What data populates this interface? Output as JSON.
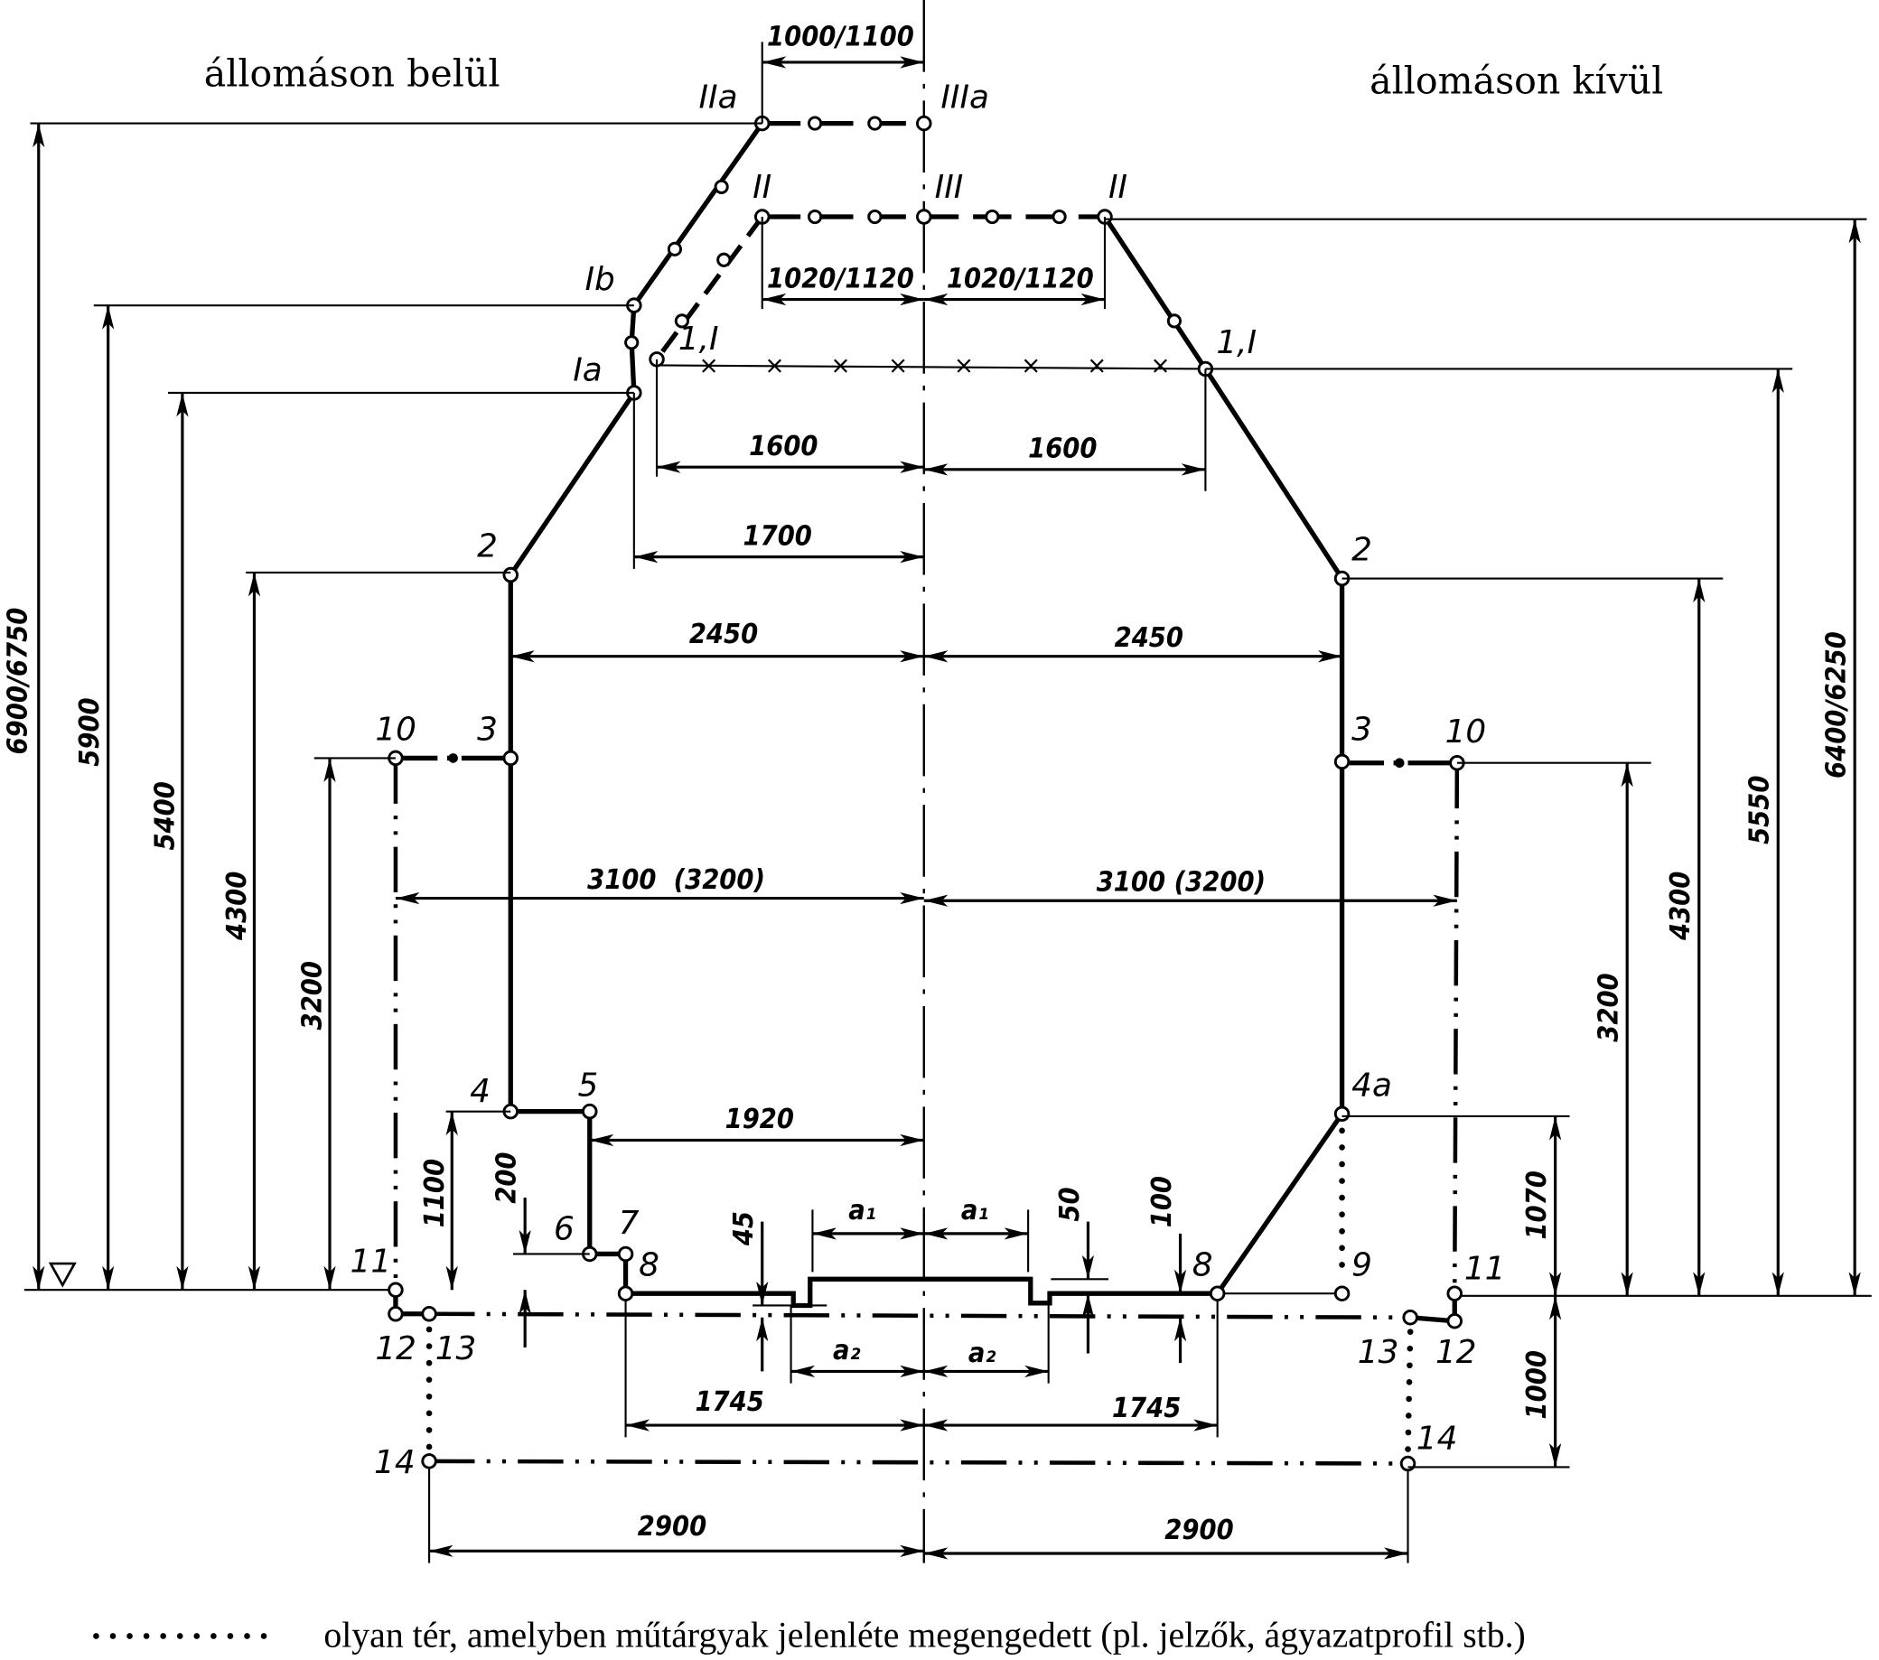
{
  "headings": {
    "left": "állomáson belül",
    "right": "állomáson kívül"
  },
  "points": {
    "IIa": "IIa",
    "IIIa": "IIIa",
    "II_left": "II",
    "III": "III",
    "II_right": "II",
    "Ib": "Ib",
    "I1_left": "1,I",
    "Ia": "Ia",
    "I1_right": "1,I",
    "p2_left": "2",
    "p2_right": "2",
    "p10_left": "10",
    "p3_left": "3",
    "p3_right": "3",
    "p10_right": "10",
    "p4": "4",
    "p5": "5",
    "p4a": "4a",
    "p6": "6",
    "p7": "7",
    "p8_left": "8",
    "p8_right": "8",
    "p9": "9",
    "p11_left": "11",
    "p11_right": "11",
    "p12_left": "12",
    "p13_left": "13",
    "p13_right": "13",
    "p12_right": "12",
    "p14_left": "14",
    "p14_right": "14"
  },
  "dims": {
    "top_width": "1000/1100",
    "ii_left": "1020/1120",
    "ii_right": "1020/1120",
    "i_left": "1600",
    "i_right": "1600",
    "ia": "1700",
    "h2_left": "2450",
    "h2_right": "2450",
    "h3_left": "3100  (3200)",
    "h3_right": "3100 (3200)",
    "h5": "1920",
    "a1_left": "a₁",
    "a1_right": "a₁",
    "a2_left": "a₂",
    "a2_right": "a₂",
    "h8_left": "1745",
    "h8_right": "1745",
    "h14_left": "2900",
    "h14_right": "2900",
    "v_6900": "6900/6750",
    "v_5900": "5900",
    "v_5400": "5400",
    "v_4300_left": "4300",
    "v_3200_left": "3200",
    "v_1100": "1100",
    "v_200": "200",
    "v_45": "45",
    "v_50": "50",
    "v_100": "100",
    "v_6400": "6400/6250",
    "v_5550": "5550",
    "v_4300_right": "4300",
    "v_3200_right": "3200",
    "v_1070": "1070",
    "v_1000": "1000"
  },
  "legend": {
    "text": "olyan tér, amelyben műtárgyak jelenléte megengedett (pl. jelzők, ágyazatprofil stb.)"
  }
}
